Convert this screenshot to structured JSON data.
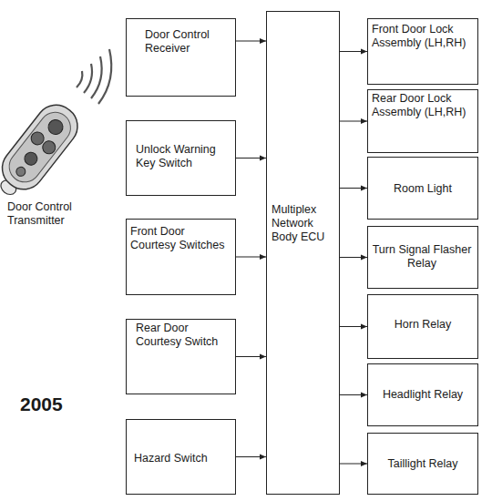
{
  "diagram": {
    "nodes": [
      {
        "text": [
          "Door Control Receiver"
        ]
      },
      {
        "text": [
          "Unlock Warning Key Switch"
        ]
      },
      {
        "text": [
          "Front Door Courtesy Switches"
        ]
      },
      {
        "text": [
          "Rear Door Courtesy Switch"
        ]
      },
      {
        "text": [
          "Hazard Switch"
        ]
      },
      {
        "text": [
          "Multiplex Network Body ECU"
        ]
      },
      {
        "text": [
          "Front Door Lock Assembly (LH,RH)"
        ]
      },
      {
        "text": [
          "Rear Door Lock Assembly (LH,RH)"
        ]
      },
      {
        "text": [
          "Room Light"
        ]
      },
      {
        "text": [
          "Turn Signal Flasher Relay"
        ]
      },
      {
        "text": [
          "Horn Relay"
        ]
      },
      {
        "text": [
          "Headlight Relay"
        ]
      },
      {
        "text": [
          "Taillight Relay"
        ]
      }
    ],
    "edges": [
      {
        "from": 0,
        "to": 5,
        "arrow": "to"
      },
      {
        "from": 1,
        "to": 5,
        "arrow": "to"
      },
      {
        "from": 2,
        "to": 5,
        "arrow": "to"
      },
      {
        "from": 3,
        "to": 5,
        "arrow": "to"
      },
      {
        "from": 4,
        "to": 5,
        "arrow": "to"
      },
      {
        "from": 5,
        "to": 6,
        "arrow": "to"
      },
      {
        "from": 5,
        "to": 7,
        "arrow": "to"
      },
      {
        "from": 5,
        "to": 8,
        "arrow": "to"
      },
      {
        "from": 5,
        "to": 9,
        "arrow": "to"
      },
      {
        "from": 5,
        "to": 10,
        "arrow": "to"
      },
      {
        "from": 5,
        "to": 11,
        "arrow": "to"
      },
      {
        "from": 5,
        "to": 12,
        "arrow": "to"
      }
    ],
    "labels": [
      "Door Control Transmitter",
      "2005"
    ]
  }
}
